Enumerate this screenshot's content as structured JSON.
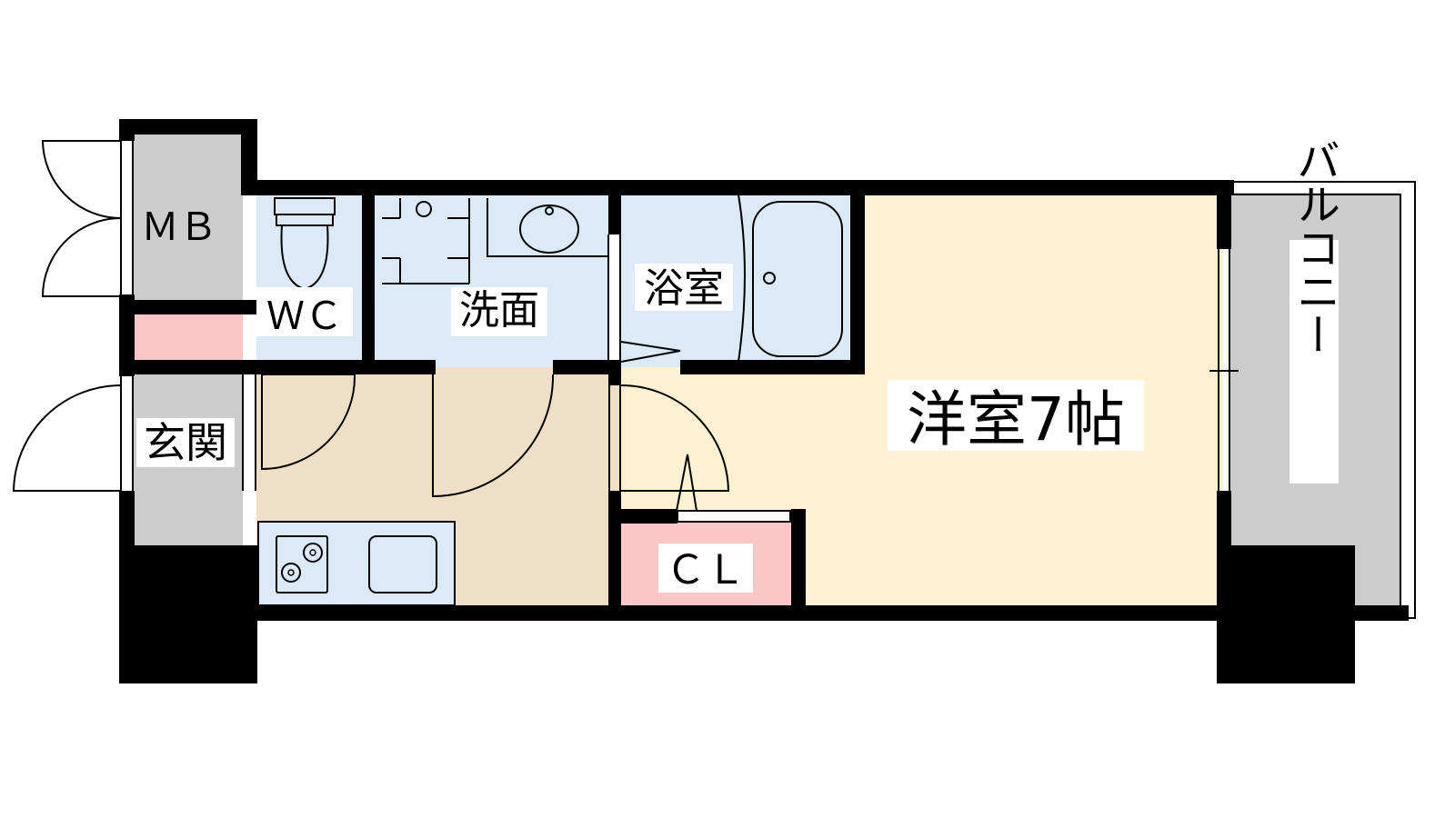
{
  "labels": {
    "mb": "ＭＢ",
    "wc": "ＷＣ",
    "washroom": "洗面",
    "bathroom": "浴室",
    "entrance": "玄関",
    "western_room": "洋室7帖",
    "closet": "ＣＬ",
    "balcony": "バルコニー"
  },
  "colors": {
    "wall": "#000000",
    "wet_area": "#dceaf8",
    "western_room": "#fdf1d2",
    "kitchen_floor": "#efdfc6",
    "storage": "#fbc6c6",
    "entrance_and_balcony": "#cccccc",
    "fixture_line": "#000000"
  }
}
